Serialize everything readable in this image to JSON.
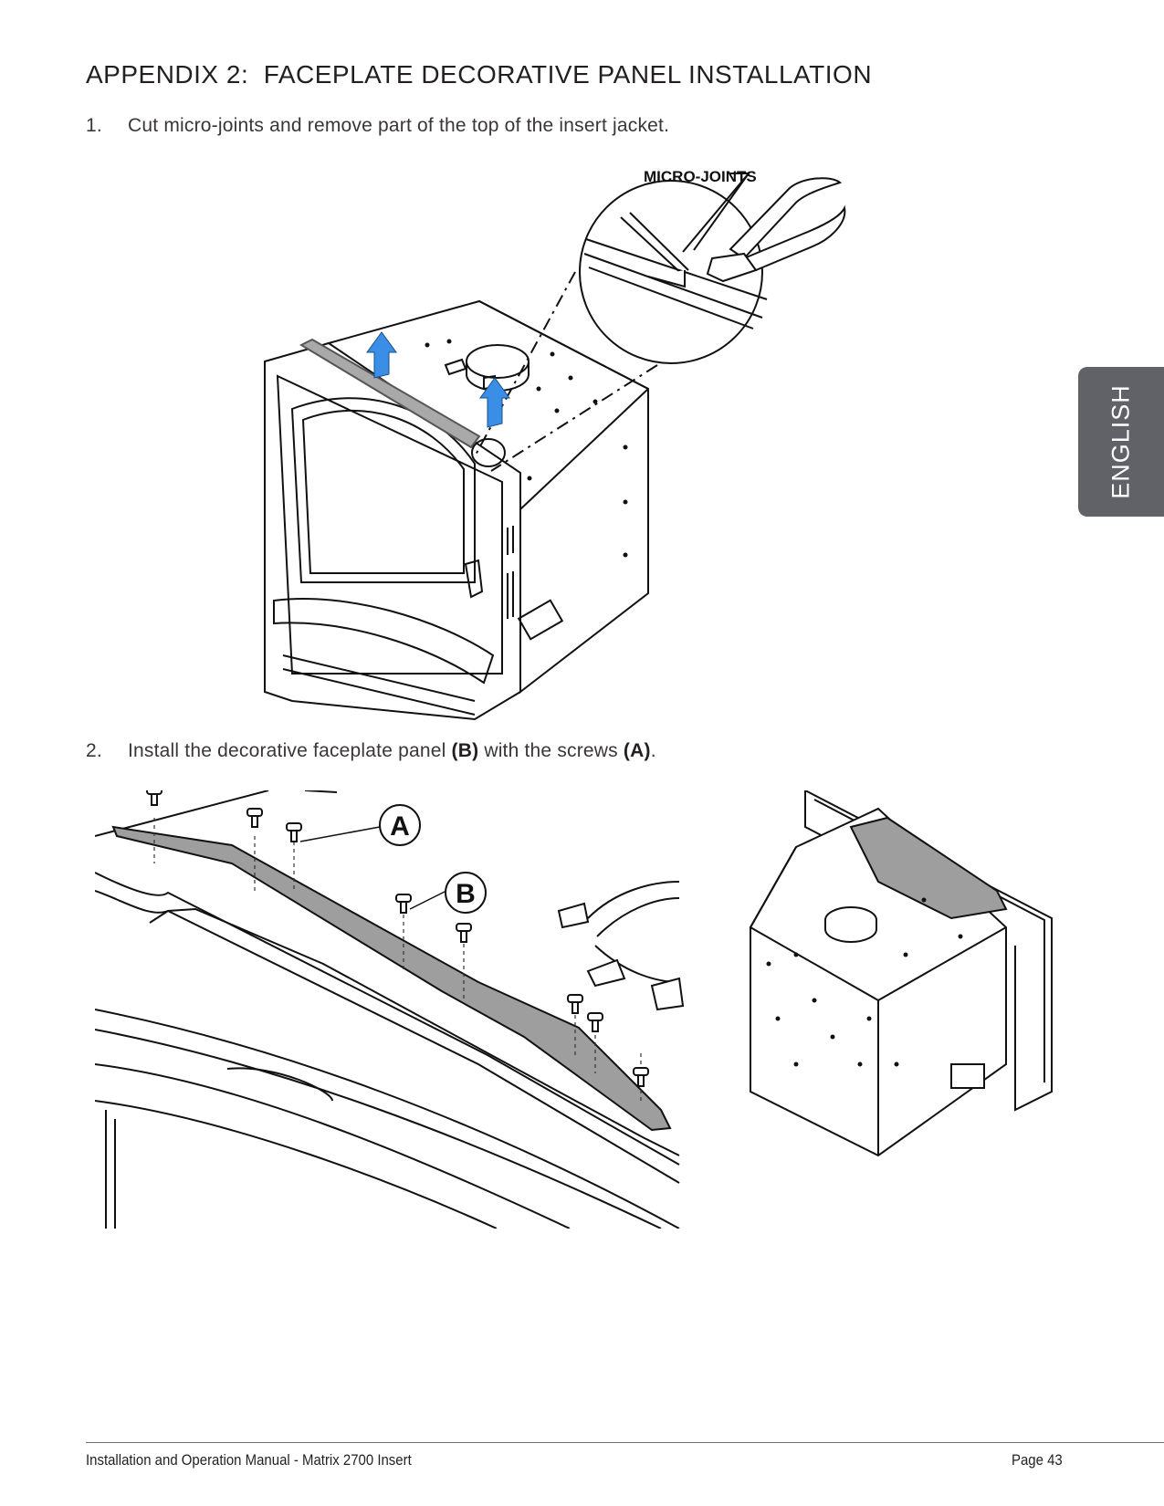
{
  "page": {
    "heading": "APPENDIX 2:  FACEPLATE DECORATIVE PANEL INSTALLATION",
    "steps": [
      {
        "number": "1.",
        "text": "Cut micro-joints and remove part of the top of the insert jacket."
      },
      {
        "number": "2.",
        "text_before": "Install the decorative faceplate panel ",
        "label_b": "(B)",
        "text_middle": " with the screws ",
        "label_a": "(A)",
        "text_after": "."
      }
    ]
  },
  "figure1": {
    "callout": "MICRO-JOINTS",
    "arrow_color": "#3a8ee6"
  },
  "figure2": {
    "label_a": "A",
    "label_b": "B",
    "panel_color": "#9e9e9e"
  },
  "side_tab": {
    "label": "ENGLISH",
    "color": "#616268"
  },
  "footer": {
    "left": "Installation and Operation Manual - Matrix 2700 Insert",
    "right": "Page 43"
  }
}
